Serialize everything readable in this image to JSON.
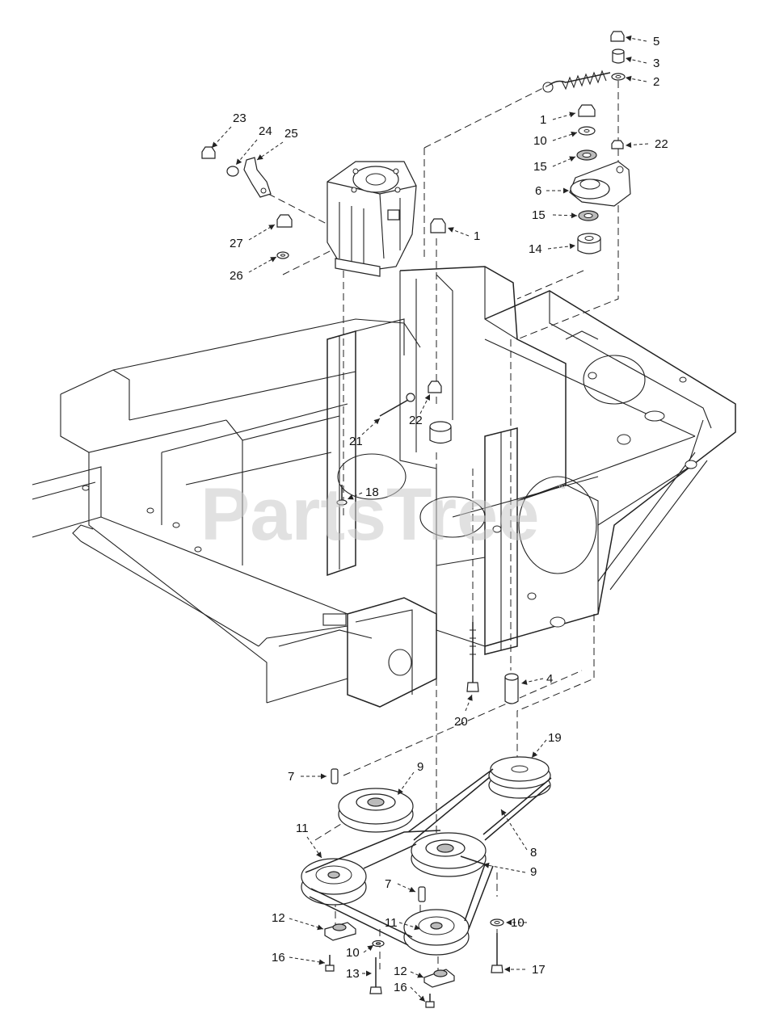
{
  "watermark": {
    "text": "PartsTree",
    "trademark": "™"
  },
  "callouts": [
    {
      "id": "c5",
      "label": "5"
    },
    {
      "id": "c3",
      "label": "3"
    },
    {
      "id": "c2a",
      "label": "2"
    },
    {
      "id": "c1a",
      "label": "1"
    },
    {
      "id": "c10a",
      "label": "10"
    },
    {
      "id": "c22a",
      "label": "22"
    },
    {
      "id": "c15a",
      "label": "15"
    },
    {
      "id": "c6",
      "label": "6"
    },
    {
      "id": "c15b",
      "label": "15"
    },
    {
      "id": "c14",
      "label": "14"
    },
    {
      "id": "c1b",
      "label": "1"
    },
    {
      "id": "c23",
      "label": "23"
    },
    {
      "id": "c24",
      "label": "24"
    },
    {
      "id": "c25",
      "label": "25"
    },
    {
      "id": "c27",
      "label": "27"
    },
    {
      "id": "c26",
      "label": "26"
    },
    {
      "id": "c22b",
      "label": "22"
    },
    {
      "id": "c21",
      "label": "21"
    },
    {
      "id": "c18",
      "label": "18"
    },
    {
      "id": "c4",
      "label": "4"
    },
    {
      "id": "c20",
      "label": "20"
    },
    {
      "id": "c19",
      "label": "19"
    },
    {
      "id": "c7a",
      "label": "7"
    },
    {
      "id": "c9a",
      "label": "9"
    },
    {
      "id": "c8",
      "label": "8"
    },
    {
      "id": "c9b",
      "label": "9"
    },
    {
      "id": "c11a",
      "label": "11"
    },
    {
      "id": "c7b",
      "label": "7"
    },
    {
      "id": "c11b",
      "label": "11"
    },
    {
      "id": "c10b",
      "label": "10"
    },
    {
      "id": "c12a",
      "label": "12"
    },
    {
      "id": "c16a",
      "label": "16"
    },
    {
      "id": "c10c",
      "label": "10"
    },
    {
      "id": "c13",
      "label": "13"
    },
    {
      "id": "c12b",
      "label": "12"
    },
    {
      "id": "c17",
      "label": "17"
    },
    {
      "id": "c16b",
      "label": "16"
    }
  ]
}
